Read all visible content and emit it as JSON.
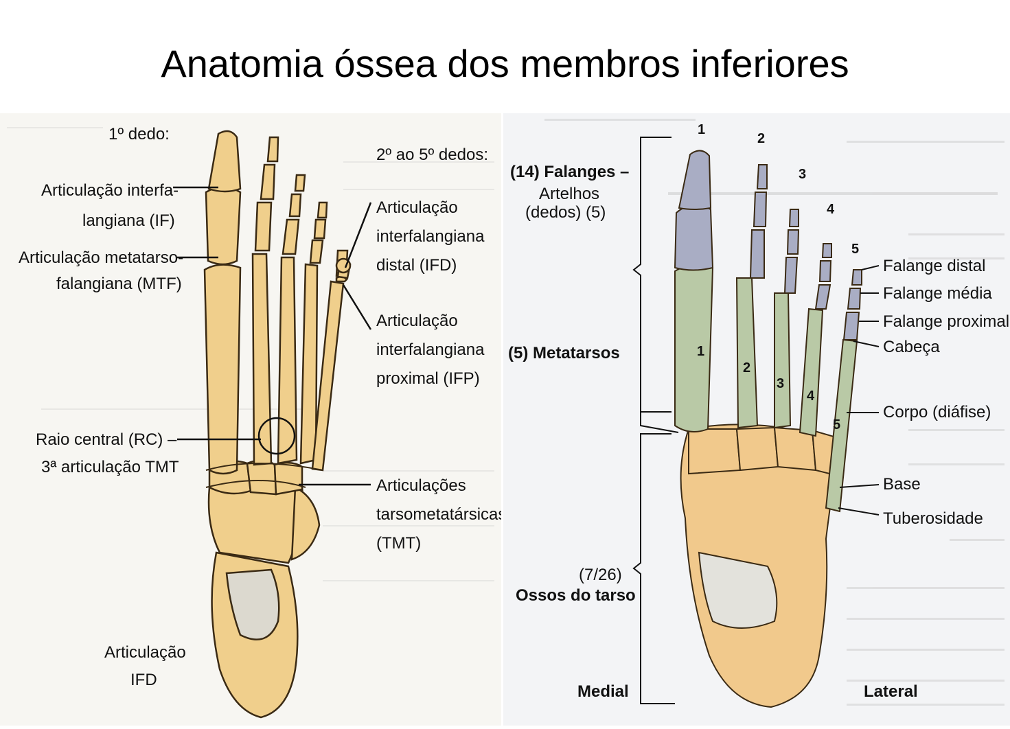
{
  "title": "Anatomia óssea dos membros inferiores",
  "left": {
    "first_toe": "1º dedo:",
    "other_toes": "2º ao 5º dedos:",
    "if_joint": [
      "Articulação interfa-",
      "langiana (IF)"
    ],
    "mtf_joint": [
      "Articulação metatarso-",
      "falangiana (MTF)"
    ],
    "ifd_joint": [
      "Articulação",
      "interfalangiana",
      "distal (IFD)"
    ],
    "ifp_joint": [
      "Articulação",
      "interfalangiana",
      "proximal (IFP)"
    ],
    "central_ray": [
      "Raio central (RC) –",
      "3ª articulação TMT"
    ],
    "tmt_joints": [
      "Articulações",
      "tarsometatársicas",
      "(TMT)"
    ],
    "ifd_bottom": [
      "Articulação",
      "IFD"
    ]
  },
  "right": {
    "toe_numbers": [
      "1",
      "2",
      "3",
      "4",
      "5"
    ],
    "metatarsal_numbers": [
      "1",
      "2",
      "3",
      "4",
      "5"
    ],
    "phalanges": [
      "(14) Falanges –",
      "Artelhos",
      "(dedos) (5)"
    ],
    "metatarsals": "(5) Metatarsos",
    "tarsals": [
      "(7/26)",
      "Ossos do tarso"
    ],
    "medial": "Medial",
    "lateral": "Lateral",
    "distal_phalanx": "Falange distal",
    "middle_phalanx": "Falange média",
    "proximal_phalanx": "Falange proximal",
    "head": "Cabeça",
    "body": "Corpo (diáfise)",
    "base": "Base",
    "tuberosity": "Tuberosidade"
  },
  "colors": {
    "bone": "#f0cf8c",
    "bone_outline": "#3a2a14",
    "phalanx_gray": "#a9adc4",
    "metatarsal_green": "#b9c9a6",
    "tarsal_orange": "#f1c98c"
  }
}
